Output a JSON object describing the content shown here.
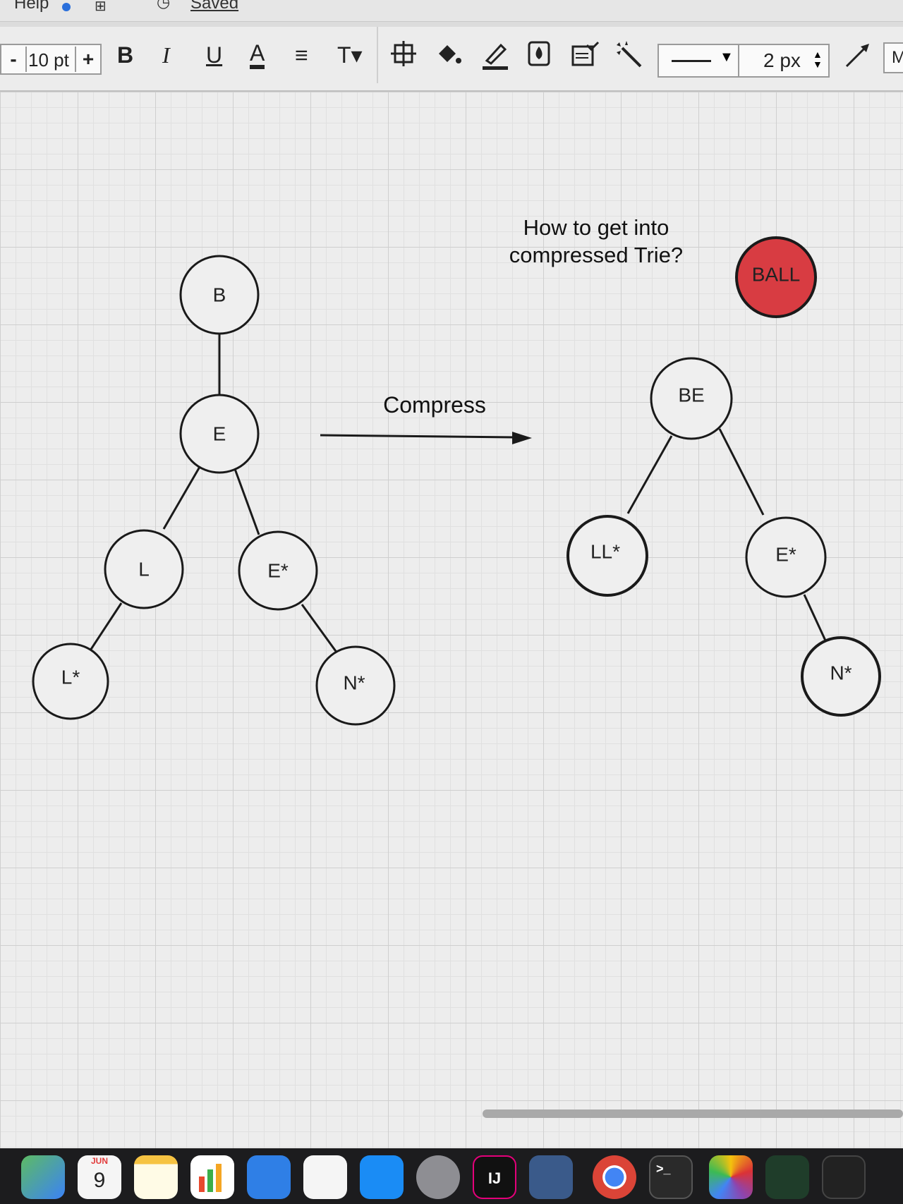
{
  "menubar": {
    "help": "Help",
    "saved": "Saved"
  },
  "toolbar": {
    "font_minus": "-",
    "font_size": "10 pt",
    "font_plus": "+",
    "bold": "B",
    "italic": "I",
    "underline": "U",
    "font_color": "A",
    "align": "≡",
    "text_options": "T▾",
    "line_style_caret": "▼",
    "line_width": "2 px",
    "stepper": "▲▼",
    "truncated_label": "M"
  },
  "diagram": {
    "left_tree": {
      "nodes": [
        {
          "id": "B",
          "label": "B"
        },
        {
          "id": "E",
          "label": "E"
        },
        {
          "id": "L",
          "label": "L"
        },
        {
          "id": "Estar",
          "label": "E*"
        },
        {
          "id": "Lstar",
          "label": "L*"
        },
        {
          "id": "Nstar",
          "label": "N*"
        }
      ],
      "edges": [
        [
          "B",
          "E"
        ],
        [
          "E",
          "L"
        ],
        [
          "E",
          "Estar"
        ],
        [
          "L",
          "Lstar"
        ],
        [
          "Estar",
          "Nstar"
        ]
      ]
    },
    "arrow_label": "Compress",
    "question": [
      "How to get into",
      "compressed Trie?"
    ],
    "word_badge": {
      "label": "BALL",
      "color": "#d83c42"
    },
    "right_tree": {
      "nodes": [
        {
          "id": "BE",
          "label": "BE"
        },
        {
          "id": "LLstar",
          "label": "LL*"
        },
        {
          "id": "Estar2",
          "label": "E*"
        },
        {
          "id": "Nstar2",
          "label": "N*"
        }
      ],
      "edges": [
        [
          "BE",
          "LLstar"
        ],
        [
          "BE",
          "Estar2"
        ],
        [
          "Estar2",
          "Nstar2"
        ]
      ]
    }
  },
  "dock": {
    "calendar_month": "JUN",
    "calendar_day": "9",
    "intellij": "IJ",
    "terminal": ">_"
  },
  "colors": {
    "node_fill": "#efefef",
    "node_stroke": "#1a1a1a",
    "badge": "#d83c42",
    "grid": "#cfcfcf"
  }
}
